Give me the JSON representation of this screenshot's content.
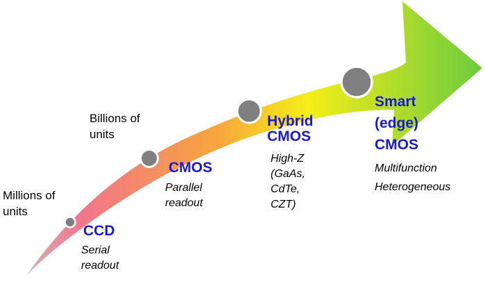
{
  "colors": {
    "arrow_start": "#d3b1b3",
    "arrow_pink": "#f2758b",
    "arrow_orange": "#f6a63c",
    "arrow_yellow": "#f6ee18",
    "arrow_end": "#6fcc3d",
    "tech_label": "#1a1acc",
    "circle_fill": "#808080",
    "circle_stroke": "#ffffff"
  },
  "volume_labels": [
    {
      "lines": [
        "Millions of",
        "units"
      ]
    },
    {
      "lines": [
        "Billions of",
        "units"
      ]
    }
  ],
  "stages": [
    {
      "title_lines": [
        "CCD"
      ],
      "description_lines": [
        "Serial",
        "readout"
      ],
      "marker_icon": "small-circle-icon"
    },
    {
      "title_lines": [
        "CMOS"
      ],
      "description_lines": [
        "Parallel",
        "readout"
      ],
      "marker_icon": "medium-circle-icon"
    },
    {
      "title_lines": [
        "Hybrid",
        "CMOS"
      ],
      "description_lines": [
        "High-Z",
        "(GaAs,",
        "CdTe,",
        "CZT)"
      ],
      "marker_icon": "large-circle-icon"
    },
    {
      "title_lines": [
        "Smart",
        "(edge)",
        "CMOS"
      ],
      "description_lines": [
        "Multifunction",
        "Heterogeneous"
      ],
      "marker_icon": "largest-circle-icon"
    }
  ]
}
